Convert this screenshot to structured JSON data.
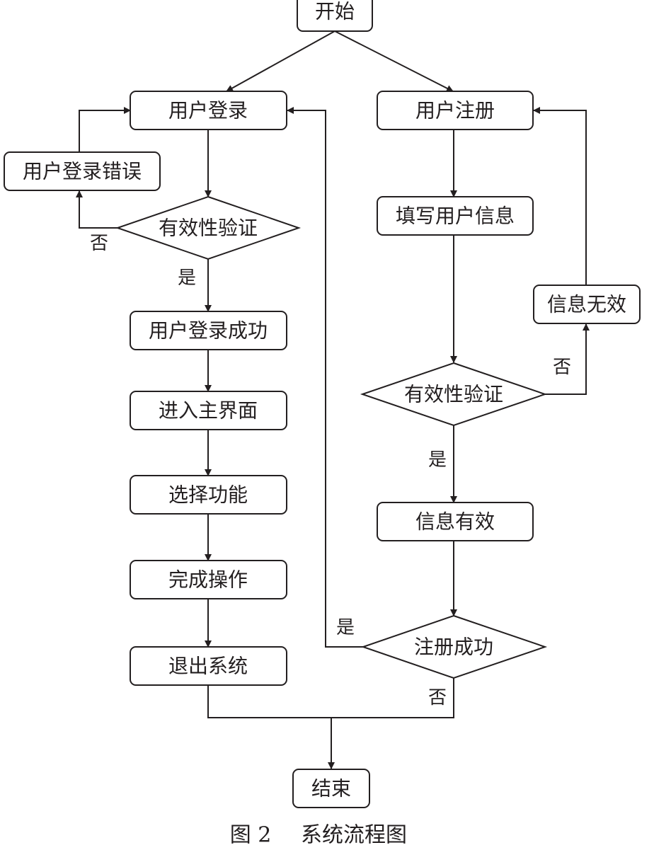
{
  "nodes": {
    "start": "开始",
    "login": "用户登录",
    "register": "用户注册",
    "login_error": "用户登录错误",
    "login_validate": "有效性验证",
    "fill_info": "填写用户信息",
    "login_success": "用户登录成功",
    "info_invalid": "信息无效",
    "main_ui": "进入主界面",
    "reg_validate": "有效性验证",
    "select_function": "选择功能",
    "info_valid": "信息有效",
    "complete_operation": "完成操作",
    "reg_success": "注册成功",
    "exit_system": "退出系统",
    "end": "结束"
  },
  "edge_labels": {
    "login_no": "否",
    "login_yes": "是",
    "reg_no": "否",
    "reg_yes": "是",
    "success_yes": "是",
    "success_no": "否"
  },
  "caption": {
    "figure_number": "图 2",
    "title": "系统流程图"
  }
}
